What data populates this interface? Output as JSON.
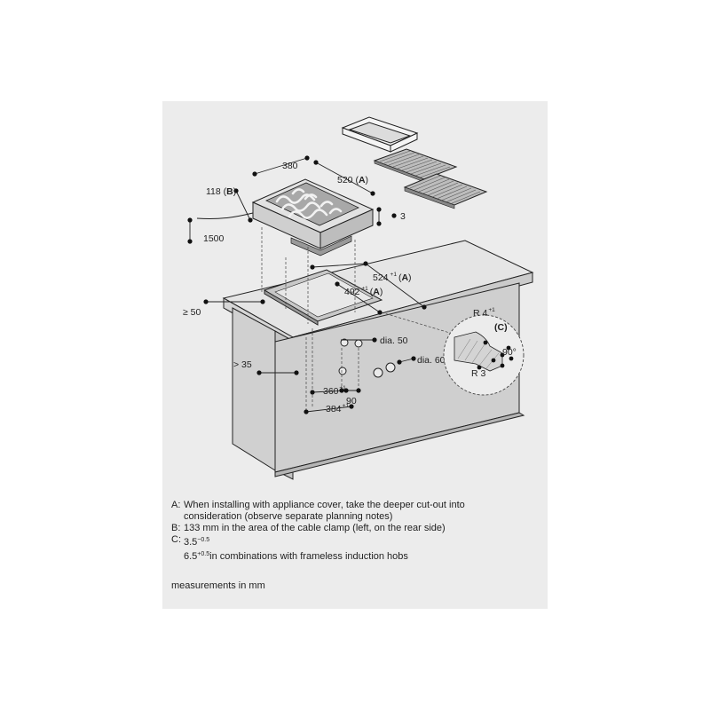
{
  "dimensions": {
    "width": "380",
    "depth": "520",
    "depth_ref": "A",
    "height": "118",
    "height_ref": "B",
    "edge": "3",
    "cable": "1500",
    "cutout_depth": "524",
    "cutout_depth_tol": "+1",
    "cutout_depth_ref": "A",
    "cutout_width": "492",
    "cutout_width_tol": "±1",
    "cutout_width_ref": "A",
    "front_min": "≥ 50",
    "front_offset": "> 35",
    "knob_dia_small": "dia. 50",
    "knob_dia_large": "dia. 60",
    "knob_spacing": "90",
    "knob_span": "360",
    "knob_span_tol": "±1",
    "knob_total": "384",
    "knob_total_tol": "+1"
  },
  "detail": {
    "radius_top": "R 4",
    "radius_top_tol": "+1",
    "ref": "(C)",
    "angle": "90°",
    "radius_bottom": "R 3"
  },
  "notes": [
    {
      "key": "A:",
      "lines": [
        "When installing with appliance cover, take the deeper cut-out into",
        "consideration (observe separate planning notes)"
      ]
    },
    {
      "key": "B:",
      "lines": [
        "133 mm in the area of the cable clamp (left, on the rear side)"
      ]
    }
  ],
  "note_c": {
    "key": "C:",
    "value1": "3.5",
    "tol1": "−0.5",
    "value2": "6.5",
    "tol2": "+0.5",
    "text2": "in combinations with frameless induction hobs"
  },
  "footer": "measurements in mm"
}
